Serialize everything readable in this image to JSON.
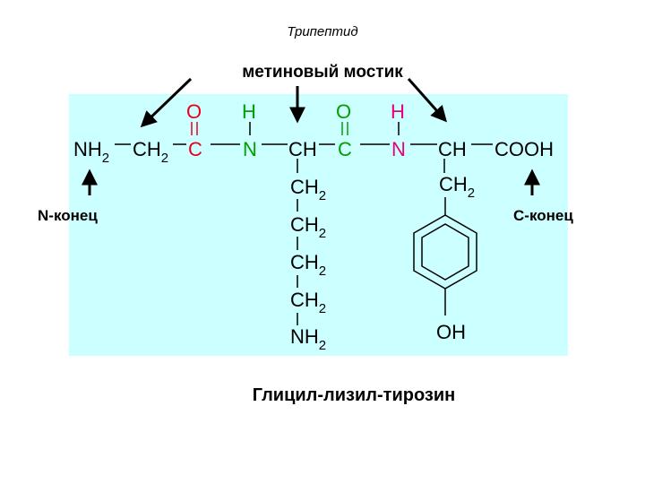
{
  "title": "Трипептид",
  "bridge_label": "метиновый мостик",
  "n_end_label": "N-конец",
  "c_end_label": "C-конец",
  "compound_name": "Глицил-лизил-тирозин",
  "colors": {
    "background": "#ccffff",
    "oxygen": "#e8001c",
    "nitrogen": "#00a000",
    "hydrogen_pink": "#e6007e",
    "text": "#000000"
  },
  "structure": {
    "nh2_n": "NH",
    "nh2_sub": "2",
    "ch2_gly": "CH",
    "ch2_gly_sub": "2",
    "c1": "C",
    "o1": "O",
    "n1": "N",
    "h1": "H",
    "ch_lys": "CH",
    "c2": "C",
    "o2": "O",
    "n2": "N",
    "h2": "H",
    "ch_tyr": "CH",
    "cooh": "COOH",
    "lys_side": [
      {
        "main": "CH",
        "sub": "2"
      },
      {
        "main": "CH",
        "sub": "2"
      },
      {
        "main": "CH",
        "sub": "2"
      },
      {
        "main": "CH",
        "sub": "2"
      },
      {
        "main": "NH",
        "sub": "2"
      }
    ],
    "tyr_ch2": "CH",
    "tyr_ch2_sub": "2",
    "tyr_oh": "OH"
  }
}
